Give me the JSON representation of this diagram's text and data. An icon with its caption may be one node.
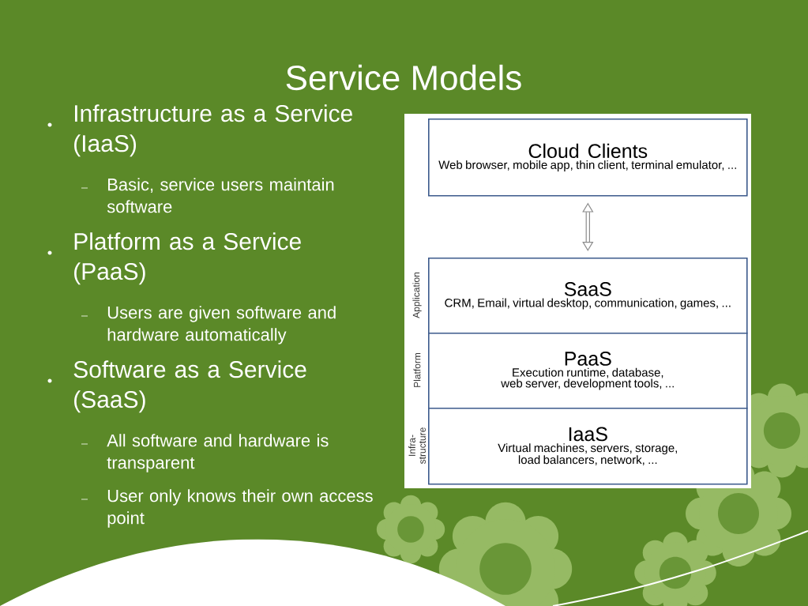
{
  "diagram": {
    "title": "Service Models",
    "nodes": [
      {
        "text": [
          "Cloud Clients",
          "Web browser, mobile app, thin client, terminal emulator, ..."
        ]
      },
      {
        "text": [
          "SaaS",
          "CRM, Email, virtual desktop, communication, games, ..."
        ],
        "beside": [
          "Application"
        ]
      },
      {
        "text": [
          "PaaS",
          "Execution runtime, database, web server, development tools, ..."
        ],
        "beside": [
          "Platform"
        ]
      },
      {
        "text": [
          "IaaS",
          "Virtual machines, servers, storage, load balancers, network, ..."
        ],
        "beside": [
          "Infra- structure"
        ]
      }
    ],
    "edges": [
      {
        "from": 0,
        "to": 1,
        "arrow": "both"
      }
    ],
    "labels": [
      "Infrastructure as a Service (IaaS)",
      "Basic, service users maintain software",
      "Platform as a Service (PaaS)",
      "Users are given software and hardware automatically",
      "Software as a Service (SaaS)",
      "All software and hardware is transparent",
      "User only knows their own access point"
    ]
  }
}
